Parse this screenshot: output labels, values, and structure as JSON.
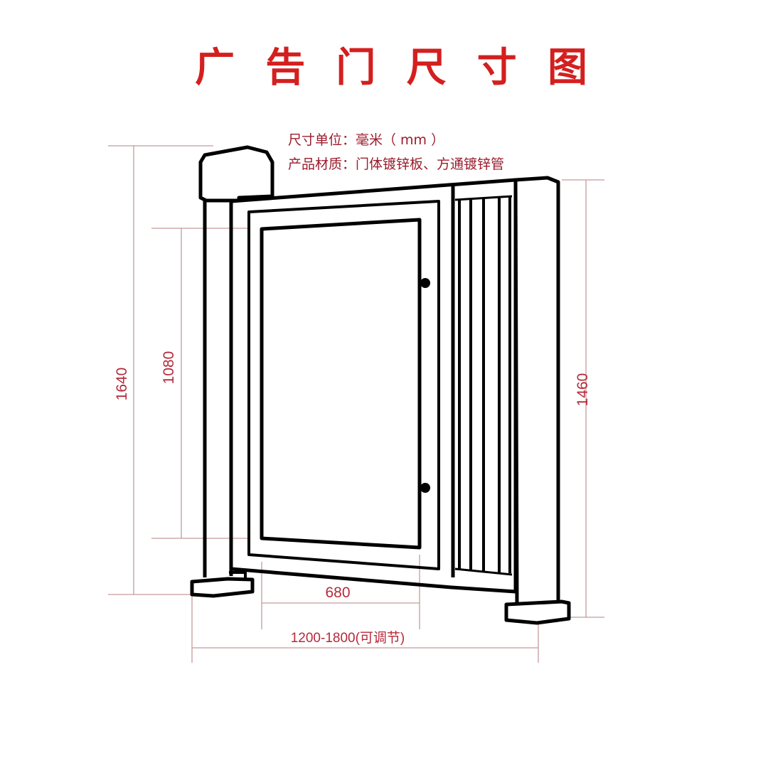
{
  "title": {
    "chars": [
      "广",
      "告",
      "门",
      "尺",
      "寸",
      "图"
    ],
    "full": "广告门尺寸图",
    "color": "#d41f1f"
  },
  "notes": {
    "unit": "尺寸单位：毫米（ mm ）",
    "material": "产品材质：门体镀锌板、方通镀锌管"
  },
  "dimensions": {
    "total_height": "1640",
    "panel_height": "1080",
    "right_post_height": "1460",
    "panel_width": "680",
    "overall_width": "1200-1800(可调节)"
  },
  "colors": {
    "outline": "#000000",
    "dimension_line": "#c79a9a",
    "dimension_text": "#b52a3a"
  }
}
